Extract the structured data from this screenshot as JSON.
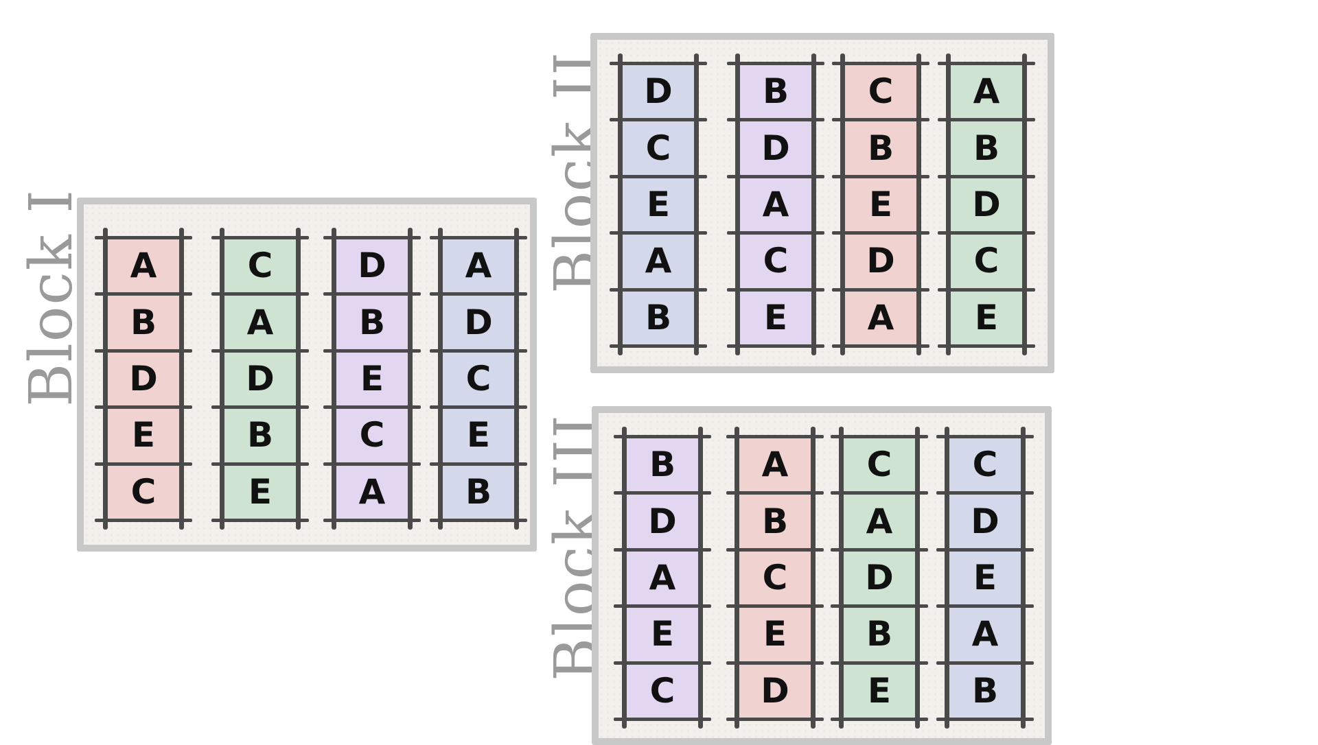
{
  "colors": {
    "A": "#f0d3d0",
    "B": "#cfe3d2",
    "C": "#e3d6f1",
    "D": "#d3d9ea",
    "panel": "#f3f0ec",
    "frame": "#c8c8c8",
    "rail": "#4a4a4a",
    "label": "#9a9a9a"
  },
  "blocks": [
    {
      "label": "Block I",
      "columns": [
        {
          "color": "A",
          "cells": [
            "A",
            "B",
            "D",
            "E",
            "C"
          ]
        },
        {
          "color": "B",
          "cells": [
            "C",
            "A",
            "D",
            "B",
            "E"
          ]
        },
        {
          "color": "C",
          "cells": [
            "D",
            "B",
            "E",
            "C",
            "A"
          ]
        },
        {
          "color": "D",
          "cells": [
            "A",
            "D",
            "C",
            "E",
            "B"
          ]
        }
      ]
    },
    {
      "label": "Block II",
      "columns": [
        {
          "color": "D",
          "cells": [
            "D",
            "C",
            "E",
            "A",
            "B"
          ]
        },
        {
          "color": "C",
          "cells": [
            "B",
            "D",
            "A",
            "C",
            "E"
          ]
        },
        {
          "color": "A",
          "cells": [
            "C",
            "B",
            "E",
            "D",
            "A"
          ]
        },
        {
          "color": "B",
          "cells": [
            "A",
            "B",
            "D",
            "C",
            "E"
          ]
        }
      ]
    },
    {
      "label": "Block III",
      "columns": [
        {
          "color": "C",
          "cells": [
            "B",
            "D",
            "A",
            "E",
            "C"
          ]
        },
        {
          "color": "A",
          "cells": [
            "A",
            "B",
            "C",
            "E",
            "D"
          ]
        },
        {
          "color": "B",
          "cells": [
            "C",
            "A",
            "D",
            "B",
            "E"
          ]
        },
        {
          "color": "D",
          "cells": [
            "C",
            "D",
            "E",
            "A",
            "B"
          ]
        }
      ]
    }
  ]
}
